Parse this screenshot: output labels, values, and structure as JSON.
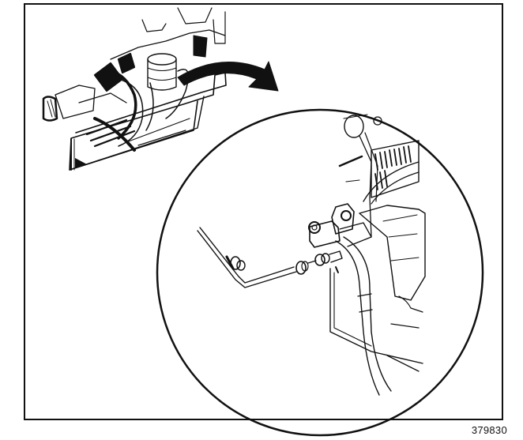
{
  "figure": {
    "number": "379830",
    "type": "technical service illustration",
    "subject": "A/C refrigerant line connection at HVAC module / evaporator (line disconnected from fitting)",
    "views": [
      {
        "id": "overview",
        "description": "Engine compartment overview showing HVAC module area with hoses"
      },
      {
        "id": "detail",
        "description": "Circular enlarged detail of refrigerant line fitting disconnected from module block"
      }
    ],
    "callout_arrow": "curved arrow pointing from overview to circular detail view"
  },
  "colors": {
    "ink": "#111111",
    "paper": "#ffffff"
  }
}
